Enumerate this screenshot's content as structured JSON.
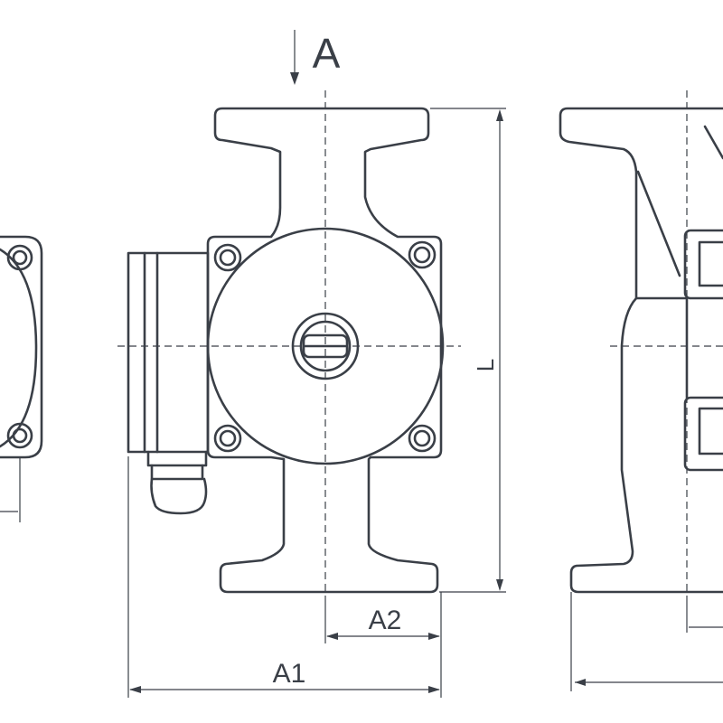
{
  "labels": {
    "view_a": "A",
    "length": "L",
    "a1": "A1",
    "a2": "A2"
  },
  "colors": {
    "line": "#3a3f47",
    "background": "#ffffff"
  }
}
